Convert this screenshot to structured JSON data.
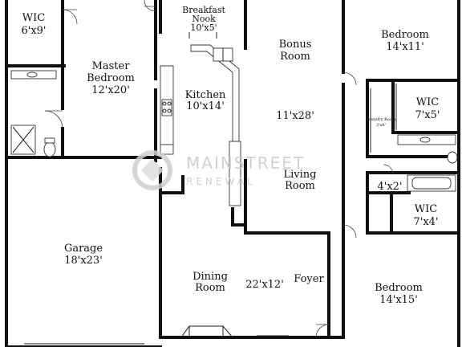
{
  "rooms": {
    "wic_master": {
      "name": "WIC",
      "size": "6'x9'"
    },
    "master_bedroom": {
      "name_line1": "Master",
      "name_line2": "Bedroom",
      "size": "12'x20'"
    },
    "breakfast_nook": {
      "name_line1": "Breakfast",
      "name_line2": "Nook",
      "size": "10'x5'"
    },
    "kitchen": {
      "name": "Kitchen",
      "size": "10'x14'"
    },
    "bonus_room": {
      "name_line1": "Bonus",
      "name_line2": "Room",
      "size": "11'x28'"
    },
    "bedroom_top": {
      "name": "Bedroom",
      "size": "14'x11'"
    },
    "wic_right_top": {
      "name": "WIC",
      "size": "7'x5'"
    },
    "laundry": {
      "name": "Laundry Room",
      "size": "2'x8'"
    },
    "living_room": {
      "name_line1": "Living",
      "name_line2": "Room"
    },
    "closet": {
      "size": "4'x2'"
    },
    "wic_right_bottom": {
      "name": "WIC",
      "size": "7'x4'"
    },
    "garage": {
      "name": "Garage",
      "size": "18'x23'"
    },
    "dining_room": {
      "name_line1": "Dining",
      "name_line2": "Room"
    },
    "foyer": {
      "name": "Foyer",
      "size": "22'x12'"
    },
    "bedroom_bottom": {
      "name": "Bedroom",
      "size": "14'x15'"
    }
  },
  "watermark": {
    "line1": "MAINSTREET",
    "line2": "RENEWAL"
  }
}
